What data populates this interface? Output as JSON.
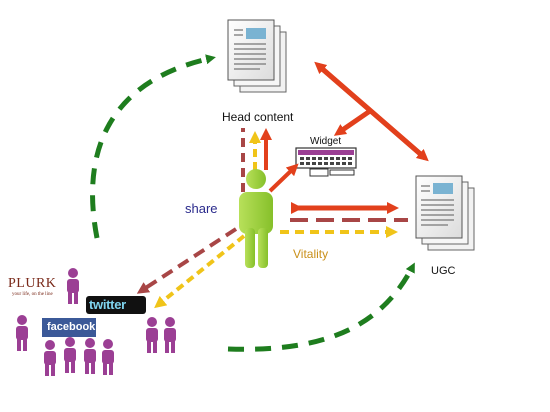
{
  "labels": {
    "head_content": "Head content",
    "widget": "Widget",
    "share": "share",
    "vitality": "Vitality",
    "ugc": "UGC"
  },
  "social": {
    "plurk": "PLURK",
    "plurk_tagline": "your life, on the line",
    "twitter": "twitter",
    "facebook": "facebook"
  },
  "colors": {
    "green_arrow": "#1e7d1e",
    "red_arrow": "#e2401c",
    "dark_red_dashed": "#a84646",
    "yellow_dashed": "#f0c419",
    "user_green": "#9ed23c",
    "crowd_purple": "#9b3f94"
  }
}
